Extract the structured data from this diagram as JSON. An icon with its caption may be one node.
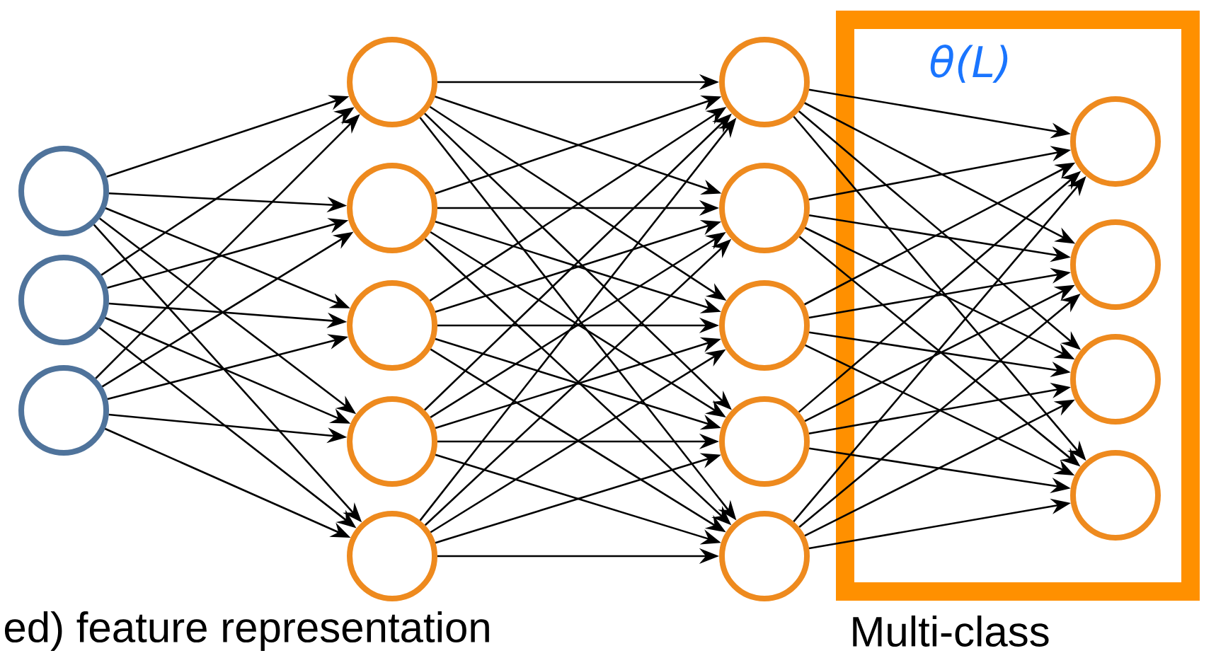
{
  "diagram": {
    "nodes": [
      {
        "text": [],
        "shape": "circle"
      },
      {
        "text": [],
        "shape": "circle"
      },
      {
        "text": [],
        "shape": "circle"
      },
      {
        "text": [],
        "shape": "circle"
      },
      {
        "text": [],
        "shape": "circle"
      },
      {
        "text": [],
        "shape": "circle"
      },
      {
        "text": [],
        "shape": "circle"
      },
      {
        "text": [],
        "shape": "circle"
      },
      {
        "text": [],
        "shape": "circle"
      },
      {
        "text": [],
        "shape": "circle"
      },
      {
        "text": [],
        "shape": "circle"
      },
      {
        "text": [],
        "shape": "circle"
      },
      {
        "text": [],
        "shape": "circle"
      },
      {
        "text": [
          "θ(L)"
        ]
      },
      {
        "text": [],
        "shape": "circle",
        "in": 13
      },
      {
        "text": [],
        "shape": "circle",
        "in": 13
      },
      {
        "text": [],
        "shape": "circle",
        "in": 13
      },
      {
        "text": [],
        "shape": "circle",
        "in": 13
      }
    ],
    "edges": [
      {
        "from": 0,
        "to": 3,
        "arrow": "to"
      },
      {
        "from": 0,
        "to": 4,
        "arrow": "to"
      },
      {
        "from": 0,
        "to": 5,
        "arrow": "to"
      },
      {
        "from": 0,
        "to": 6,
        "arrow": "to"
      },
      {
        "from": 0,
        "to": 7,
        "arrow": "to"
      },
      {
        "from": 1,
        "to": 3,
        "arrow": "to"
      },
      {
        "from": 1,
        "to": 4,
        "arrow": "to"
      },
      {
        "from": 1,
        "to": 5,
        "arrow": "to"
      },
      {
        "from": 1,
        "to": 6,
        "arrow": "to"
      },
      {
        "from": 1,
        "to": 7,
        "arrow": "to"
      },
      {
        "from": 2,
        "to": 3,
        "arrow": "to"
      },
      {
        "from": 2,
        "to": 4,
        "arrow": "to"
      },
      {
        "from": 2,
        "to": 5,
        "arrow": "to"
      },
      {
        "from": 2,
        "to": 6,
        "arrow": "to"
      },
      {
        "from": 2,
        "to": 7,
        "arrow": "to"
      },
      {
        "from": 3,
        "to": 8,
        "arrow": "to"
      },
      {
        "from": 3,
        "to": 9,
        "arrow": "to"
      },
      {
        "from": 3,
        "to": 10,
        "arrow": "to"
      },
      {
        "from": 3,
        "to": 11,
        "arrow": "to"
      },
      {
        "from": 3,
        "to": 12,
        "arrow": "to"
      },
      {
        "from": 4,
        "to": 8,
        "arrow": "to"
      },
      {
        "from": 4,
        "to": 9,
        "arrow": "to"
      },
      {
        "from": 4,
        "to": 10,
        "arrow": "to"
      },
      {
        "from": 4,
        "to": 11,
        "arrow": "to"
      },
      {
        "from": 4,
        "to": 12,
        "arrow": "to"
      },
      {
        "from": 5,
        "to": 8,
        "arrow": "to"
      },
      {
        "from": 5,
        "to": 9,
        "arrow": "to"
      },
      {
        "from": 5,
        "to": 10,
        "arrow": "to"
      },
      {
        "from": 5,
        "to": 11,
        "arrow": "to"
      },
      {
        "from": 5,
        "to": 12,
        "arrow": "to"
      },
      {
        "from": 6,
        "to": 8,
        "arrow": "to"
      },
      {
        "from": 6,
        "to": 9,
        "arrow": "to"
      },
      {
        "from": 6,
        "to": 10,
        "arrow": "to"
      },
      {
        "from": 6,
        "to": 11,
        "arrow": "to"
      },
      {
        "from": 6,
        "to": 12,
        "arrow": "to"
      },
      {
        "from": 7,
        "to": 8,
        "arrow": "to"
      },
      {
        "from": 7,
        "to": 9,
        "arrow": "to"
      },
      {
        "from": 7,
        "to": 10,
        "arrow": "to"
      },
      {
        "from": 7,
        "to": 11,
        "arrow": "to"
      },
      {
        "from": 7,
        "to": 12,
        "arrow": "to"
      },
      {
        "from": 8,
        "to": 14,
        "arrow": "to"
      },
      {
        "from": 8,
        "to": 15,
        "arrow": "to"
      },
      {
        "from": 8,
        "to": 16,
        "arrow": "to"
      },
      {
        "from": 8,
        "to": 17,
        "arrow": "to"
      },
      {
        "from": 9,
        "to": 14,
        "arrow": "to"
      },
      {
        "from": 9,
        "to": 15,
        "arrow": "to"
      },
      {
        "from": 9,
        "to": 16,
        "arrow": "to"
      },
      {
        "from": 9,
        "to": 17,
        "arrow": "to"
      },
      {
        "from": 10,
        "to": 14,
        "arrow": "to"
      },
      {
        "from": 10,
        "to": 15,
        "arrow": "to"
      },
      {
        "from": 10,
        "to": 16,
        "arrow": "to"
      },
      {
        "from": 10,
        "to": 17,
        "arrow": "to"
      },
      {
        "from": 11,
        "to": 14,
        "arrow": "to"
      },
      {
        "from": 11,
        "to": 15,
        "arrow": "to"
      },
      {
        "from": 11,
        "to": 16,
        "arrow": "to"
      },
      {
        "from": 11,
        "to": 17,
        "arrow": "to"
      },
      {
        "from": 12,
        "to": 14,
        "arrow": "to"
      },
      {
        "from": 12,
        "to": 15,
        "arrow": "to"
      },
      {
        "from": 12,
        "to": 16,
        "arrow": "to"
      },
      {
        "from": 12,
        "to": 17,
        "arrow": "to"
      }
    ],
    "labels": [
      "ed) feature representation",
      "Multi-class"
    ]
  }
}
